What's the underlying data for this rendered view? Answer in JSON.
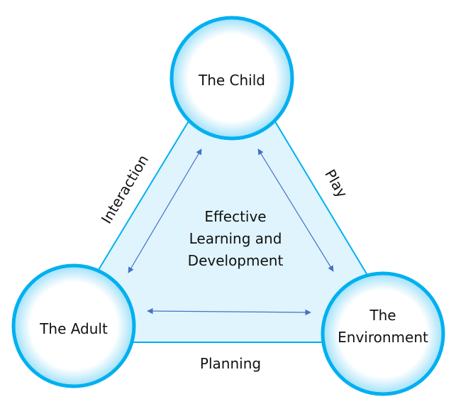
{
  "nodes": {
    "child": "The Child",
    "adult": "The Adult",
    "environment_line1": "The",
    "environment_line2": "Environment"
  },
  "center": {
    "line1": "Effective",
    "line2": "Learning and",
    "line3": "Development"
  },
  "edges": {
    "left": "Interaction",
    "right": "Play",
    "bottom": "Planning"
  },
  "colors": {
    "stroke": "#00b0f0",
    "fill": "#dff4fd",
    "arrow": "#4472c4"
  }
}
